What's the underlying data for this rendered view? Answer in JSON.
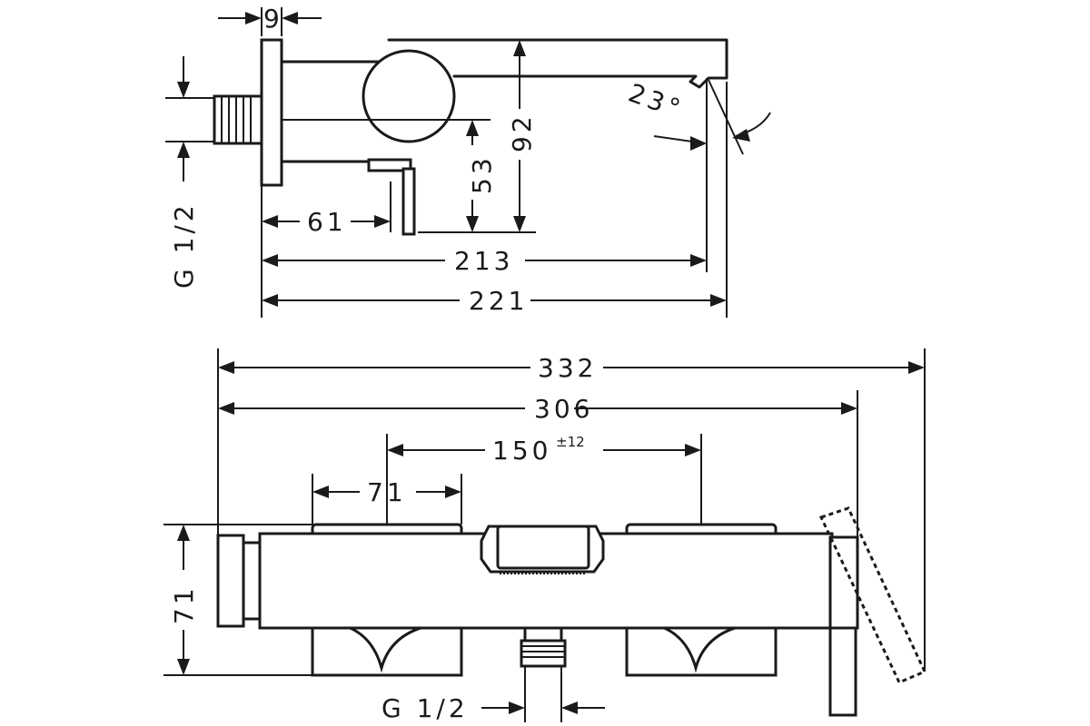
{
  "side_view": {
    "dim_9": "9",
    "dim_92": "92",
    "dim_53": "53",
    "dim_angle": "23°",
    "dim_61": "61",
    "dim_213": "213",
    "dim_221": "221",
    "thread_label": "G 1/2"
  },
  "front_view": {
    "dim_332": "332",
    "dim_306": "306",
    "dim_150": "150",
    "dim_150_tolerance": "±12",
    "dim_71_width": "71",
    "dim_71_height": "71",
    "thread_label": "G 1/2"
  }
}
